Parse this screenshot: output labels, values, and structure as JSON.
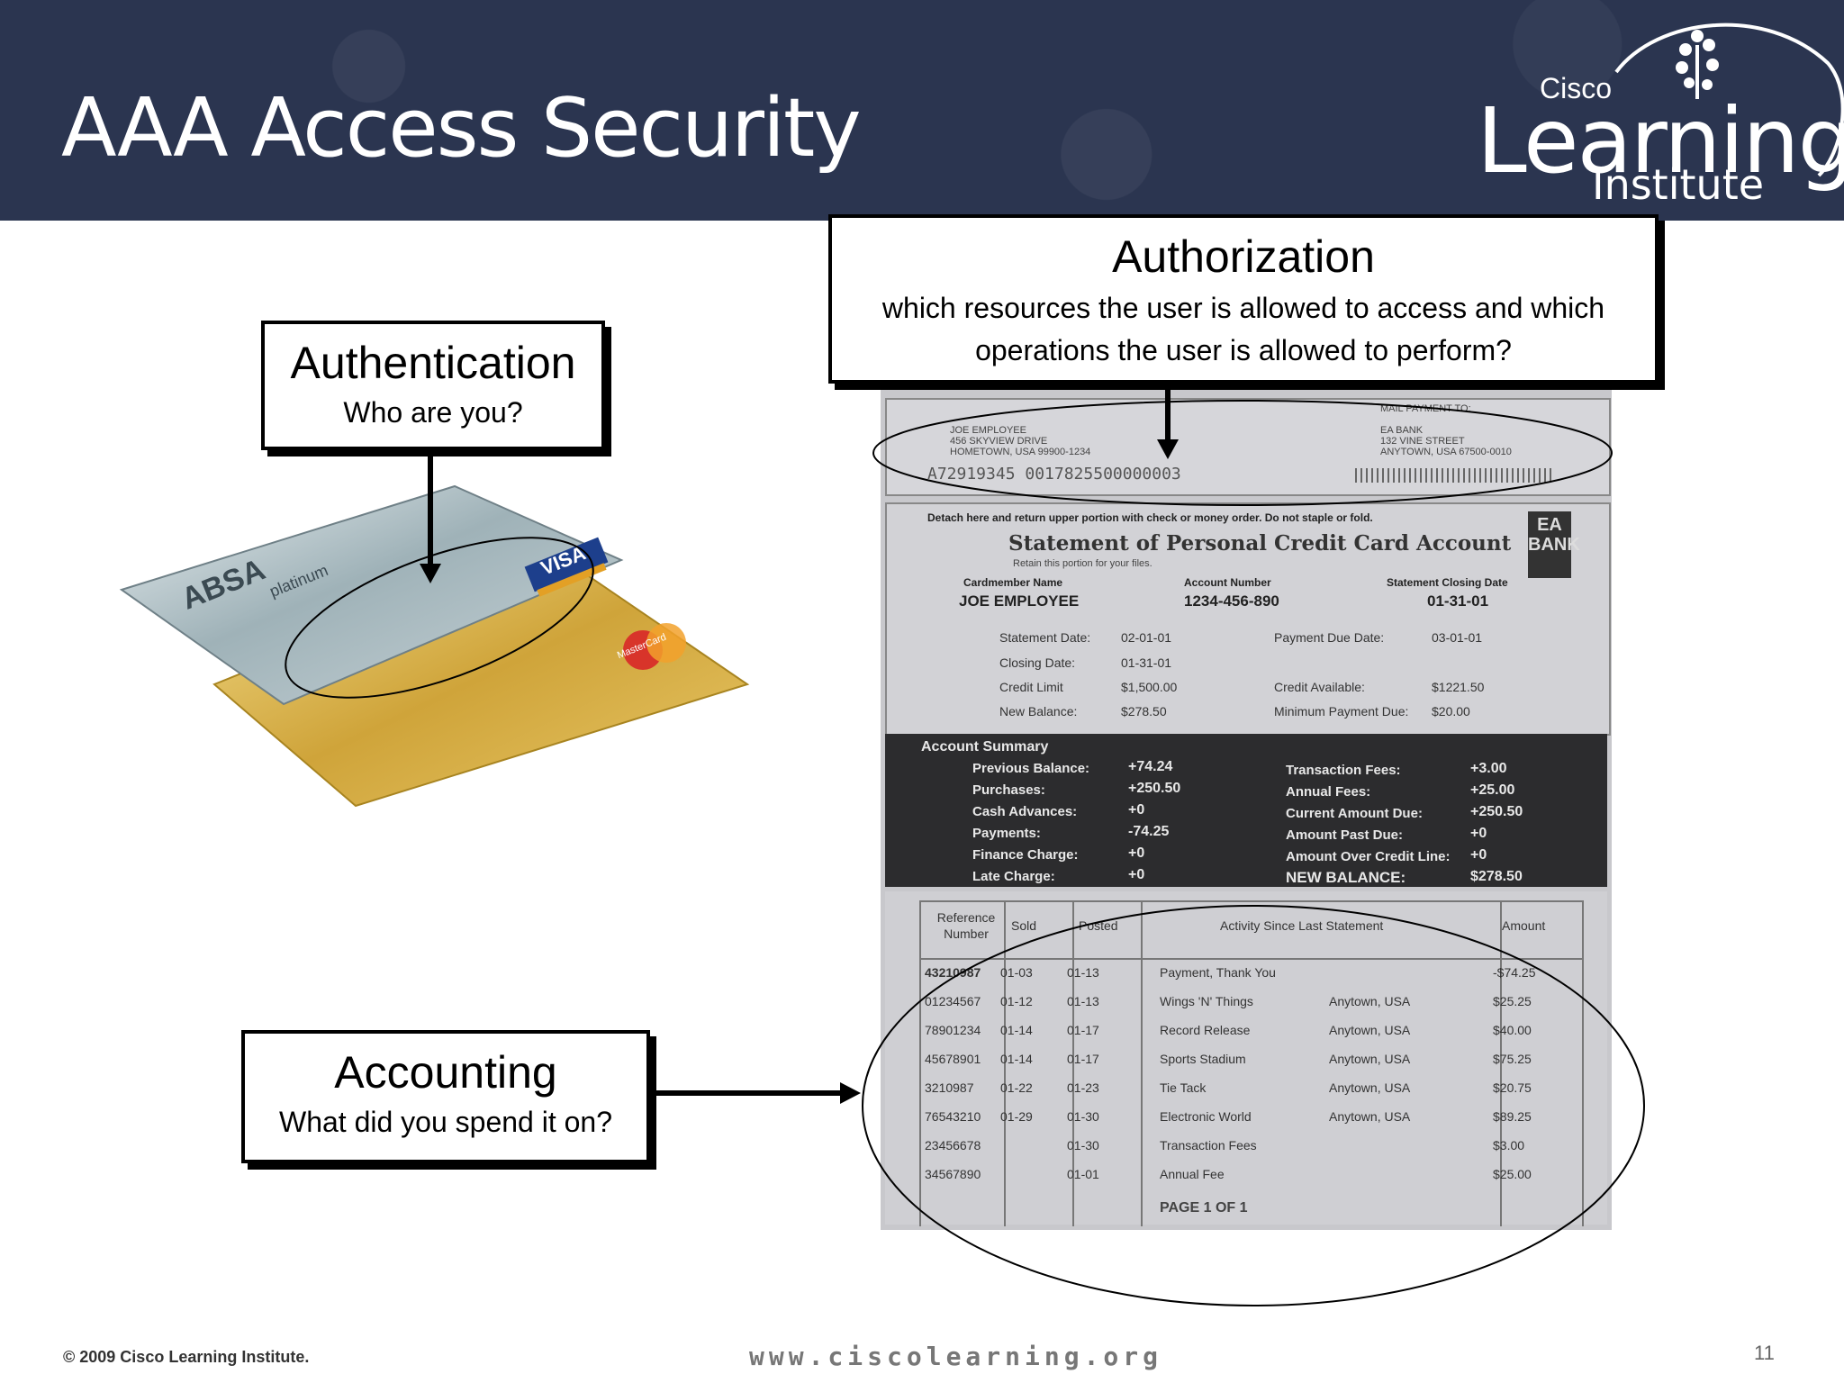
{
  "slide": {
    "title": "AAA Access Security",
    "page_number": "11",
    "copyright": "© 2009 Cisco Learning Institute.",
    "website": "www.ciscolearning.org"
  },
  "logo": {
    "line1": "Cisco",
    "line2": "Learning",
    "line3": "Institute"
  },
  "authentication": {
    "heading": "Authentication",
    "sub": "Who are you?"
  },
  "authorization": {
    "heading": "Authorization",
    "sub1": "which resources the user is allowed to access and which",
    "sub2": "operations the user is allowed to perform?"
  },
  "accounting": {
    "heading": "Accounting",
    "sub": "What did you spend it on?"
  },
  "cards": {
    "brand1": "ABSA",
    "brand1_sub": "platinum",
    "visa": "VISA",
    "mastercard": "MasterCard"
  },
  "statement": {
    "remit": {
      "mail_to": "MAIL PAYMENT TO:",
      "customer": [
        "JOE EMPLOYEE",
        "456 SKYVIEW DRIVE",
        "HOMETOWN, USA   99900-1234"
      ],
      "bank": [
        "EA BANK",
        "132 VINE STREET",
        "ANYTOWN, USA  67500-0010"
      ],
      "scanline": "A72919345   0017825500000003"
    },
    "detach": "Detach here and return upper portion with check or money order. Do not staple or fold.",
    "title": "Statement of Personal Credit Card Account",
    "retain": "Retain this portion for your files.",
    "bank_logo": "EA BANK",
    "labels": {
      "cardmember": "Cardmember Name",
      "account": "Account Number",
      "closing": "Statement Closing Date"
    },
    "cardmember": "JOE EMPLOYEE",
    "account_number": "1234-456-890",
    "closing_date": "01-31-01",
    "details_left": [
      {
        "label": "Statement Date:",
        "value": "02-01-01"
      },
      {
        "label": "Closing Date:",
        "value": "01-31-01"
      },
      {
        "label": "Credit Limit",
        "value": "$1,500.00"
      },
      {
        "label": "New Balance:",
        "value": "$278.50"
      }
    ],
    "details_right": [
      {
        "label": "Payment Due Date:",
        "value": "03-01-01"
      },
      {
        "label": "Credit Available:",
        "value": "$1221.50"
      },
      {
        "label": "Minimum Payment Due:",
        "value": "$20.00"
      }
    ],
    "summary_title": "Account Summary",
    "summary_left": [
      {
        "label": "Previous Balance:",
        "value": "+74.24"
      },
      {
        "label": "Purchases:",
        "value": "+250.50"
      },
      {
        "label": "Cash Advances:",
        "value": "+0"
      },
      {
        "label": "Payments:",
        "value": "-74.25"
      },
      {
        "label": "Finance Charge:",
        "value": "+0"
      },
      {
        "label": "Late Charge:",
        "value": "+0"
      }
    ],
    "summary_right": [
      {
        "label": "Transaction Fees:",
        "value": "+3.00"
      },
      {
        "label": "Annual Fees:",
        "value": "+25.00"
      },
      {
        "label": "Current Amount Due:",
        "value": "+250.50"
      },
      {
        "label": "Amount Past Due:",
        "value": "+0"
      },
      {
        "label": "Amount Over Credit Line:",
        "value": "+0"
      },
      {
        "label": "NEW BALANCE:",
        "value": "$278.50"
      }
    ],
    "table_headers": [
      "Reference Number",
      "Sold",
      "Posted",
      "Activity Since Last Statement",
      "Amount"
    ],
    "transactions": [
      [
        "43210987",
        "01-03",
        "01-13",
        "Payment, Thank You",
        "",
        "-$74.25"
      ],
      [
        "01234567",
        "01-12",
        "01-13",
        "Wings 'N' Things",
        "Anytown, USA",
        "$25.25"
      ],
      [
        "78901234",
        "01-14",
        "01-17",
        "Record Release",
        "Anytown, USA",
        "$40.00"
      ],
      [
        "45678901",
        "01-14",
        "01-17",
        "Sports Stadium",
        "Anytown, USA",
        "$75.25"
      ],
      [
        "3210987",
        "01-22",
        "01-23",
        "Tie Tack",
        "Anytown, USA",
        "$20.75"
      ],
      [
        "76543210",
        "01-29",
        "01-30",
        "Electronic World",
        "Anytown, USA",
        "$89.25"
      ],
      [
        "23456678",
        "",
        "01-30",
        "Transaction Fees",
        "",
        "$3.00"
      ],
      [
        "34567890",
        "",
        "01-01",
        "Annual Fee",
        "",
        "$25.00"
      ]
    ],
    "page_label": "PAGE   1   OF   1"
  }
}
